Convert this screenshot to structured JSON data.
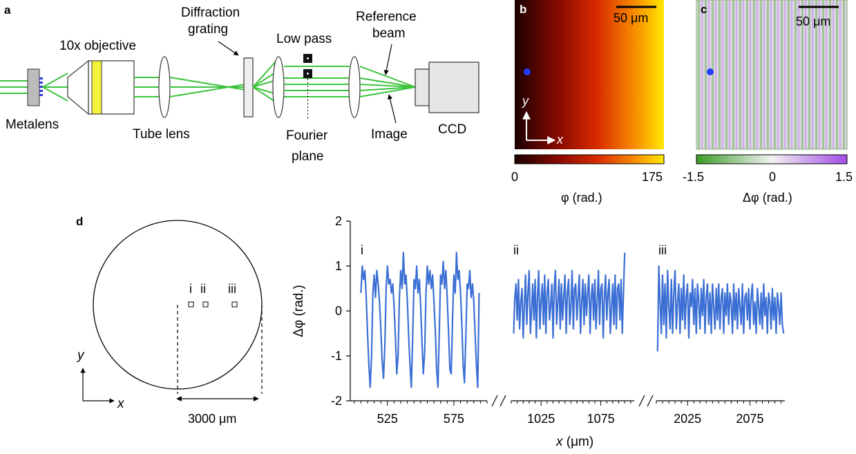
{
  "panels": {
    "a": "a",
    "b": "b",
    "c": "c",
    "d": "d"
  },
  "setup": {
    "metalens": "Metalens",
    "objective": "10x objective",
    "tube_lens": "Tube lens",
    "grating_line1": "Diffraction",
    "grating_line2": "grating",
    "low_pass": "Low pass",
    "fourier_line1": "Fourier",
    "fourier_line2": "plane",
    "reference_line1": "Reference",
    "reference_line2": "beam",
    "image": "Image",
    "ccd": "CCD",
    "beam_color": "#3cc33c",
    "objective_filter_color": "#f2f23a"
  },
  "phase_map": {
    "scalebar": "50 μm",
    "axis_y": "y",
    "axis_x": "x",
    "colorbar_min": "0",
    "colorbar_max": "175",
    "colorbar_label": "φ (rad.)",
    "colors": [
      "#1a0000",
      "#8a0a00",
      "#d82a00",
      "#f88a00",
      "#ffe800"
    ],
    "marker_color": "#1f3cff"
  },
  "phase_error_map": {
    "scalebar": "50 μm",
    "colorbar_min": "-1.5",
    "colorbar_mid": "0",
    "colorbar_max": "1.5",
    "colorbar_label": "Δφ (rad.)",
    "colors": [
      "#3c9c28",
      "#f2f2f2",
      "#a24be6"
    ],
    "marker_color": "#1f3cff"
  },
  "lens_schematic": {
    "regions": [
      "i",
      "ii",
      "iii"
    ],
    "diameter": "3000 μm",
    "axis_y": "y",
    "axis_x": "x"
  },
  "chart_data": {
    "type": "line",
    "ylabel": "Δφ (rad.)",
    "xlabel": "x (μm)",
    "ylim": [
      -2,
      2
    ],
    "yticks": [
      "2",
      "1",
      "0",
      "-1",
      "-2"
    ],
    "line_color": "#3b6fd4",
    "segments": [
      {
        "name": "i",
        "xlim": [
          497,
          600
        ],
        "xticks": [
          525,
          575
        ],
        "xtick_labels": [
          "525",
          "575"
        ],
        "x": [
          505,
          506,
          507,
          508,
          509,
          510,
          511,
          512,
          513,
          514,
          515,
          516,
          517,
          518,
          519,
          520,
          521,
          522,
          523,
          524,
          525,
          526,
          527,
          528,
          529,
          530,
          531,
          532,
          533,
          534,
          535,
          536,
          537,
          538,
          539,
          540,
          541,
          542,
          543,
          544,
          545,
          546,
          547,
          548,
          549,
          550,
          551,
          552,
          553,
          554,
          555,
          556,
          557,
          558,
          559,
          560,
          561,
          562,
          563,
          564,
          565,
          566,
          567,
          568,
          569,
          570,
          571,
          572,
          573,
          574,
          575,
          576,
          577,
          578,
          579,
          580,
          581,
          582,
          583,
          584,
          585,
          586,
          587,
          588,
          589,
          590,
          591,
          592,
          593,
          594
        ],
        "y": [
          0.4,
          1.0,
          0.7,
          0.9,
          0.3,
          -0.5,
          -1.2,
          -1.7,
          -1.0,
          0.4,
          0.8,
          0.3,
          0.9,
          0.6,
          0.2,
          -0.4,
          -1.1,
          -1.5,
          -0.8,
          0.5,
          1.0,
          0.6,
          0.7,
          0.4,
          0.6,
          0.1,
          -0.6,
          -1.4,
          -1.0,
          0.3,
          0.9,
          0.5,
          1.3,
          0.6,
          0.8,
          0.2,
          -0.6,
          -1.2,
          -1.7,
          -0.6,
          0.7,
          0.5,
          1.0,
          0.4,
          0.7,
          0.1,
          -0.7,
          -1.4,
          -0.9,
          0.4,
          1.0,
          0.6,
          0.9,
          0.5,
          0.8,
          0.2,
          -0.4,
          -1.3,
          -1.7,
          -0.5,
          0.8,
          0.6,
          1.1,
          0.5,
          0.9,
          0.3,
          -0.5,
          -1.3,
          -1.4,
          -0.2,
          0.8,
          0.4,
          1.3,
          0.7,
          0.9,
          0.4,
          -0.3,
          -1.2,
          -1.6,
          -0.6,
          0.6,
          0.5,
          0.9,
          0.3,
          0.6,
          0.2,
          -0.5,
          -1.2,
          -1.7,
          0.4
        ]
      },
      {
        "name": "ii",
        "xlim": [
          1000,
          1103
        ],
        "xticks": [
          1025,
          1075
        ],
        "xtick_labels": [
          "1025",
          "1075"
        ],
        "x": [
          1002,
          1003,
          1004,
          1005,
          1006,
          1007,
          1008,
          1009,
          1010,
          1011,
          1012,
          1013,
          1014,
          1015,
          1016,
          1017,
          1018,
          1019,
          1020,
          1021,
          1022,
          1023,
          1024,
          1025,
          1026,
          1027,
          1028,
          1029,
          1030,
          1031,
          1032,
          1033,
          1034,
          1035,
          1036,
          1037,
          1038,
          1039,
          1040,
          1041,
          1042,
          1043,
          1044,
          1045,
          1046,
          1047,
          1048,
          1049,
          1050,
          1051,
          1052,
          1053,
          1054,
          1055,
          1056,
          1057,
          1058,
          1059,
          1060,
          1061,
          1062,
          1063,
          1064,
          1065,
          1066,
          1067,
          1068,
          1069,
          1070,
          1071,
          1072,
          1073,
          1074,
          1075,
          1076,
          1077,
          1078,
          1079,
          1080,
          1081,
          1082,
          1083,
          1084,
          1085,
          1086,
          1087,
          1088,
          1089,
          1090,
          1091,
          1092,
          1093,
          1094,
          1095
        ],
        "y": [
          -0.5,
          0.3,
          0.6,
          -0.2,
          0.7,
          -0.4,
          0.2,
          0.5,
          -0.6,
          0.1,
          0.8,
          -0.3,
          0.4,
          0.9,
          -0.5,
          0.0,
          0.6,
          -0.2,
          0.7,
          -0.6,
          0.3,
          0.9,
          -0.4,
          0.2,
          0.6,
          -0.3,
          0.8,
          -0.5,
          0.4,
          0.7,
          -0.2,
          0.1,
          0.6,
          -0.6,
          0.5,
          0.9,
          -0.3,
          0.2,
          0.7,
          -0.4,
          0.6,
          -0.2,
          0.3,
          0.8,
          -0.5,
          0.4,
          0.7,
          -0.3,
          0.1,
          0.9,
          -0.4,
          0.5,
          0.6,
          -0.2,
          0.3,
          0.8,
          -0.5,
          0.2,
          0.7,
          -0.3,
          0.6,
          -0.1,
          0.4,
          0.8,
          -0.5,
          0.3,
          0.6,
          -0.2,
          0.7,
          -0.4,
          0.2,
          0.9,
          -0.3,
          0.5,
          0.6,
          -0.6,
          0.3,
          0.8,
          -0.2,
          0.4,
          0.7,
          -0.5,
          0.1,
          0.6,
          -0.3,
          0.8,
          -0.4,
          0.5,
          0.6,
          -0.2,
          0.7,
          -0.5,
          0.4,
          1.3
        ]
      },
      {
        "name": "iii",
        "xlim": [
          2000,
          2103
        ],
        "xticks": [
          2025,
          2075
        ],
        "xtick_labels": [
          "2025",
          "2075"
        ],
        "x": [
          2001,
          2002,
          2003,
          2004,
          2005,
          2006,
          2007,
          2008,
          2009,
          2010,
          2011,
          2012,
          2013,
          2014,
          2015,
          2016,
          2017,
          2018,
          2019,
          2020,
          2021,
          2022,
          2023,
          2024,
          2025,
          2026,
          2027,
          2028,
          2029,
          2030,
          2031,
          2032,
          2033,
          2034,
          2035,
          2036,
          2037,
          2038,
          2039,
          2040,
          2041,
          2042,
          2043,
          2044,
          2045,
          2046,
          2047,
          2048,
          2049,
          2050,
          2051,
          2052,
          2053,
          2054,
          2055,
          2056,
          2057,
          2058,
          2059,
          2060,
          2061,
          2062,
          2063,
          2064,
          2065,
          2066,
          2067,
          2068,
          2069,
          2070,
          2071,
          2072,
          2073,
          2074,
          2075,
          2076,
          2077,
          2078,
          2079,
          2080,
          2081,
          2082,
          2083,
          2084,
          2085,
          2086,
          2087,
          2088,
          2089,
          2090,
          2091,
          2092,
          2093,
          2094,
          2095,
          2096,
          2097,
          2098,
          2099,
          2100,
          2101,
          2102
        ],
        "y": [
          -0.9,
          1.0,
          0.2,
          -0.5,
          0.8,
          -0.3,
          0.6,
          -0.6,
          0.9,
          0.1,
          -0.4,
          0.7,
          -0.5,
          0.4,
          0.9,
          -0.4,
          0.2,
          0.6,
          -0.5,
          0.5,
          -0.2,
          0.8,
          -0.4,
          0.3,
          0.6,
          -0.6,
          0.4,
          0.1,
          0.7,
          -0.3,
          0.5,
          -0.5,
          0.6,
          0.2,
          -0.4,
          0.5,
          -0.1,
          0.7,
          -0.5,
          0.3,
          0.6,
          -0.3,
          0.4,
          -0.5,
          0.6,
          0.1,
          -0.4,
          0.5,
          -0.2,
          0.6,
          -0.4,
          0.3,
          0.5,
          -0.5,
          0.4,
          -0.1,
          0.6,
          -0.3,
          0.4,
          0.2,
          -0.5,
          0.6,
          -0.2,
          0.4,
          -0.4,
          0.5,
          0.1,
          -0.3,
          0.6,
          -0.5,
          0.3,
          0.4,
          -0.2,
          0.5,
          -0.4,
          0.3,
          0.6,
          -0.3,
          0.2,
          -0.5,
          0.5,
          0.1,
          -0.3,
          0.4,
          -0.4,
          0.6,
          -0.1,
          0.3,
          -0.5,
          0.4,
          0.2,
          -0.4,
          0.5,
          -0.2,
          0.3,
          -0.5,
          0.4,
          0.1,
          -0.3,
          0.4,
          -0.3,
          -0.5
        ]
      }
    ]
  }
}
